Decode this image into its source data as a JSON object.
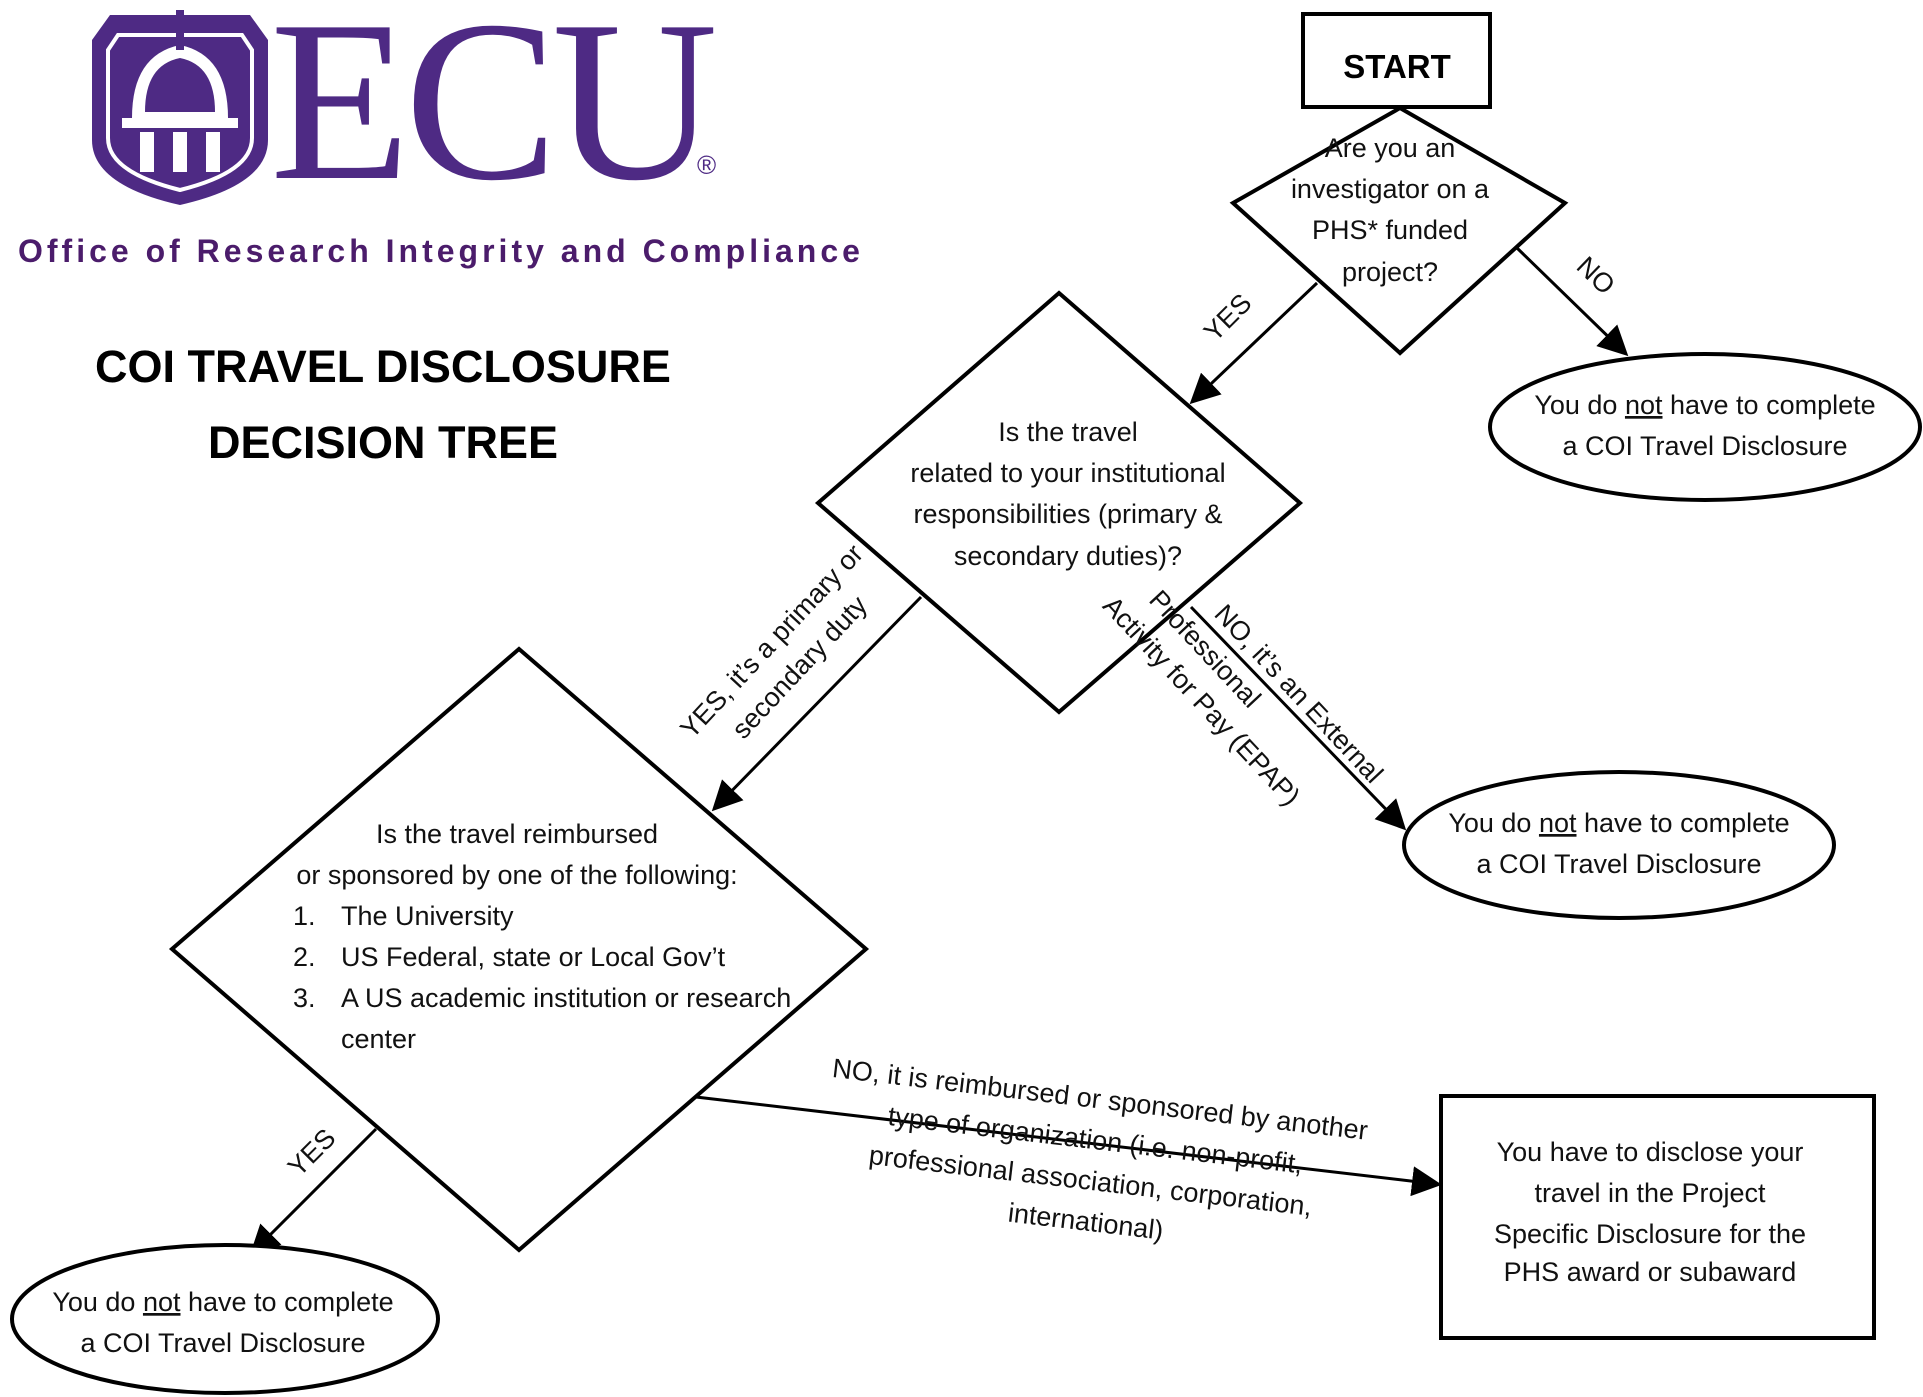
{
  "header": {
    "logo_text": "ECU",
    "logo_mark": "®",
    "office": "Office of Research Integrity and Compliance",
    "title_line1": "COI TRAVEL DISCLOSURE",
    "title_line2": "DECISION TREE"
  },
  "nodes": {
    "start": "START",
    "q1": [
      "Are you an",
      "investigator on a",
      "PHS* funded",
      "project?"
    ],
    "q2": [
      "Is the travel",
      "related to your institutional",
      "responsibilities (primary &",
      "secondary duties)?"
    ],
    "q3": {
      "intro": [
        "Is the travel reimbursed",
        "or sponsored by one of the following:"
      ],
      "items": [
        {
          "num": "1.",
          "text": "The University"
        },
        {
          "num": "2.",
          "text": "US Federal, state or Local Gov’t"
        },
        {
          "num": "3.",
          "text": "A US academic institution or research"
        }
      ],
      "item3_continued": "center"
    },
    "outcome_top": {
      "pre": "You do ",
      "emph": "not",
      "post": " have to complete",
      "line2": "a COI Travel Disclosure"
    },
    "outcome_mid": {
      "pre": "You do ",
      "emph": "not",
      "post": " have to complete",
      "line2": "a COI Travel Disclosure"
    },
    "outcome_bottom": {
      "pre": "You do ",
      "emph": "not",
      "post": " have to complete",
      "line2": "a COI Travel Disclosure"
    },
    "outcome_disclose": [
      "You have to disclose your",
      "travel in the Project",
      "Specific Disclosure for the",
      "PHS award or subaward"
    ]
  },
  "edges": {
    "q1_no": "NO",
    "q1_yes": "YES",
    "q2_yes": [
      "YES, it’s a primary or",
      "secondary duty"
    ],
    "q2_no": [
      "NO, it’s an External",
      "Professional",
      "Activity for Pay (EPAP)"
    ],
    "q3_yes": "YES",
    "q3_no": [
      "NO, it is reimbursed or sponsored by another",
      "type of organization (i.e. non-profit,",
      "professional association, corporation,",
      "international)"
    ]
  },
  "colors": {
    "brand_purple": "#4e2a84",
    "office_purple": "#4b1c6b",
    "line": "#000000"
  }
}
